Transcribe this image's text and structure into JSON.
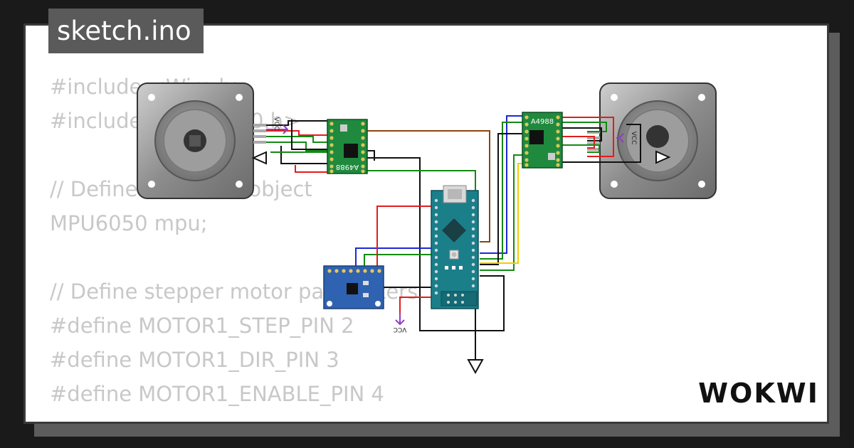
{
  "file_tab": {
    "label": "sketch.ino"
  },
  "code": {
    "lines": [
      "#include <Wire.h>",
      "#include <MPU6050.h>",
      "",
      "// Define MPU6050 object",
      "MPU6050 mpu;",
      "",
      "// Define stepper motor parameters",
      "#define MOTOR1_STEP_PIN 2",
      "#define MOTOR1_DIR_PIN 3",
      "#define MOTOR1_ENABLE_PIN 4"
    ]
  },
  "components": {
    "driver_left": {
      "label": "A4988"
    },
    "driver_right": {
      "label": "A4988"
    },
    "vcc_left": "VCC",
    "vcc_right": "VCC",
    "vcc_bottom": "VCC"
  },
  "brand": {
    "name": "WOKWI"
  },
  "colors": {
    "background": "#1a1a1a",
    "card": "#ffffff",
    "tab": "#5a5a5a",
    "code_text": "#c8c8c8",
    "pcb_green": "#1f8a3e",
    "nano_teal": "#1b7f8a",
    "mpu_blue": "#2f62b0",
    "wire_red": "#e11d1d",
    "wire_black": "#111111",
    "wire_green": "#138a13",
    "wire_blue": "#1d28d8",
    "wire_yellow": "#f2cc00",
    "wire_brown": "#8a4513",
    "vcc_purple": "#8e3fc4"
  }
}
